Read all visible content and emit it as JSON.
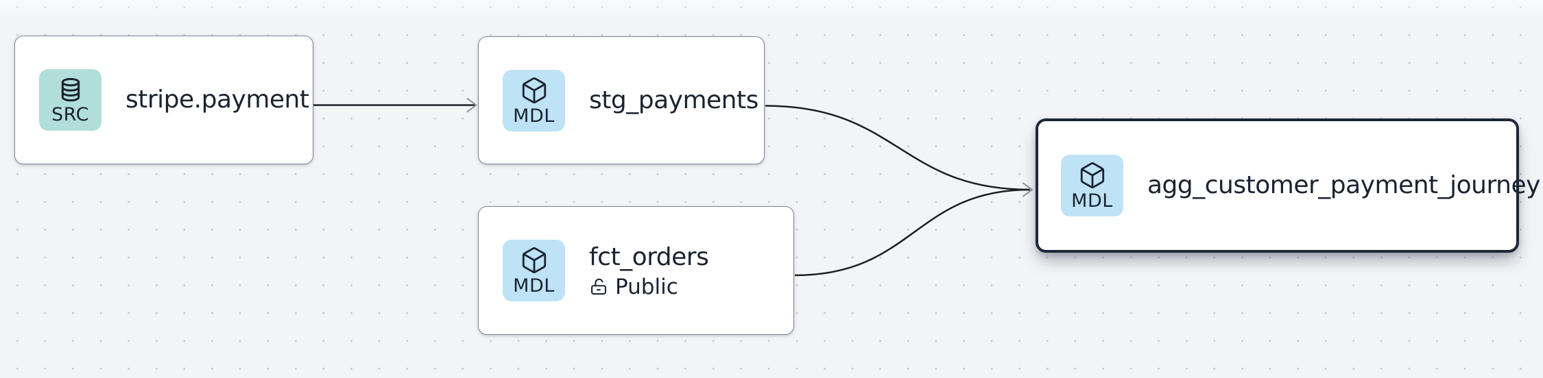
{
  "colors": {
    "canvas-bg": "#f3f4f7",
    "dot": "#c5c9d0",
    "node-bg": "#ffffff",
    "node-border": "#7f8797",
    "selected-border": "#1d2738",
    "badge-src-bg": "#b2ded9",
    "badge-mdl-bg": "#bee2f6",
    "ink": "#1a2330",
    "edge": "#1b1f26",
    "arrow": "#939aa6"
  },
  "nodes": [
    {
      "title": "stripe.payment",
      "badge": "SRC",
      "icon": "database-icon",
      "selected": false
    },
    {
      "title": "stg_payments",
      "badge": "MDL",
      "icon": "cube-icon",
      "selected": false
    },
    {
      "title": "fct_orders",
      "badge": "MDL",
      "icon": "cube-icon",
      "access_label": "Public",
      "access_icon": "lock-open-icon",
      "selected": false
    },
    {
      "title": "agg_customer_payment_journey",
      "badge": "MDL",
      "icon": "cube-icon",
      "selected": true
    }
  ],
  "edges": [
    {
      "from": "stripe.payment",
      "to": "stg_payments"
    },
    {
      "from": "stg_payments",
      "to": "agg_customer_payment_journey"
    },
    {
      "from": "fct_orders",
      "to": "agg_customer_payment_journey"
    }
  ]
}
